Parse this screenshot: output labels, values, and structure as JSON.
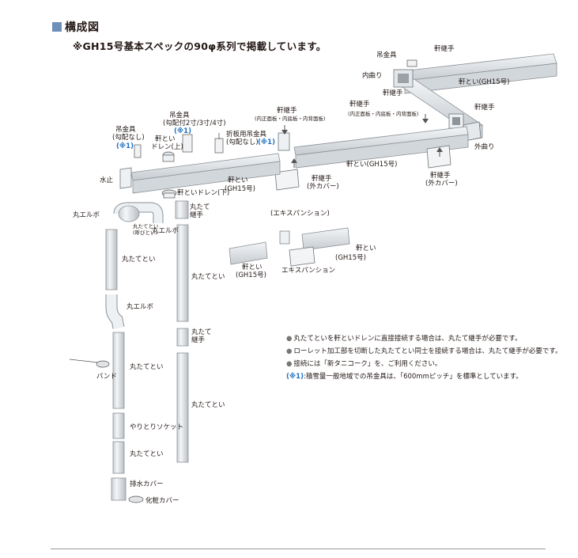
{
  "header": {
    "title": "構成図",
    "subtitle": "※GH15号基本スペックの90φ系列で掲載しています。"
  },
  "labels": {
    "kanagu_top": "吊金具",
    "noki_tsugite_top": "軒継手",
    "uchimagari": "内曲り",
    "noki_toi_gh15_right": "軒とい(GH15号)",
    "noki_tsugite_top2": "軒継手",
    "noki_tsugite_mid_right_1": "軒継手",
    "noki_tsugite_mid_right_2": "(内正面板・内底板・内背面板)",
    "noki_tsugite_mid_left_1": "軒継手",
    "noki_tsugite_mid_left_2": "(内正面板・内底板・内背面板)",
    "kanagu_slope_1": "吊金具",
    "kanagu_slope_2": "(勾配付2寸/3寸/4寸)",
    "kanagu_slope_star": "(※1)",
    "kanagu_noslope_1": "吊金具",
    "kanagu_noslope_2": "(勾配なし)",
    "kanagu_noslope_star": "(※1)",
    "oriita_1": "折板用吊金具",
    "oriita_2": "(勾配なし)",
    "oriita_star": "(※1)",
    "drain_upper_1": "軒とい",
    "drain_upper_2": "ドレン(上)",
    "sotomagari": "外曲り",
    "noki_toi_gh15_mid": "軒とい(GH15号)",
    "noki_tsugite_cover_right_1": "軒継手",
    "noki_tsugite_cover_right_2": "(外カバー)",
    "noki_tsugite_cover_left_1": "軒継手",
    "noki_tsugite_cover_left_2": "(外カバー)",
    "mizudome": "水止",
    "noki_toi_left_1": "軒とい",
    "noki_toi_left_2": "(GH15号)",
    "drain_lower": "軒といドレン(下)",
    "maru_tate_tsugite_1_a": "丸たて",
    "maru_tate_tsugite_1_b": "継手",
    "maru_elbow_1": "丸エルボ",
    "maru_elbow_2": "丸エルボ",
    "maru_tatetoi_yobi_1": "丸たてとい",
    "maru_tatetoi_yobi_2": "(呼びとい)",
    "expansion_title": "(エキスパンション)",
    "noki_toi_exp_right_1": "軒とい",
    "noki_toi_exp_right_2": "(GH15号)",
    "noki_toi_exp_left_1": "軒とい",
    "noki_toi_exp_left_2": "(GH15号)",
    "expansion": "エキスパンション",
    "maru_tatetoi_a": "丸たてとい",
    "maru_tatetoi_b": "丸たてとい",
    "maru_elbow_3": "丸エルボ",
    "maru_tate_tsugite_2_a": "丸たて",
    "maru_tate_tsugite_2_b": "継手",
    "band": "バンド",
    "maru_tatetoi_c": "丸たてとい",
    "maru_tatetoi_d": "丸たてとい",
    "yaritori_socket": "やりとりソケット",
    "maru_tatetoi_e": "丸たてとい",
    "haisui_cover": "排水カバー",
    "kesho_cover": "化粧カバー"
  },
  "notes": [
    {
      "bullet": "●",
      "text": "丸たてといを軒といドレンに直接接続する場合は、丸たて継手が必要です。"
    },
    {
      "bullet": "●",
      "text": "ローレット加工部を切断した丸たてとい同士を接続する場合は、丸たて継手が必要です。"
    },
    {
      "bullet": "●",
      "text": "接続には「新タニコーク」を、ご利用ください。"
    },
    {
      "star": "(※1)",
      "text": ":積雪量一般地域での吊金具は、「600mmピッチ」を標準としています。"
    }
  ],
  "colors": {
    "title_mark": "#6e8fb8",
    "accent_blue": "#1f6fbf",
    "pipe_fill": "#e8ecef",
    "pipe_stroke": "#8c9196",
    "gutter_fill": "#d9dee2"
  }
}
